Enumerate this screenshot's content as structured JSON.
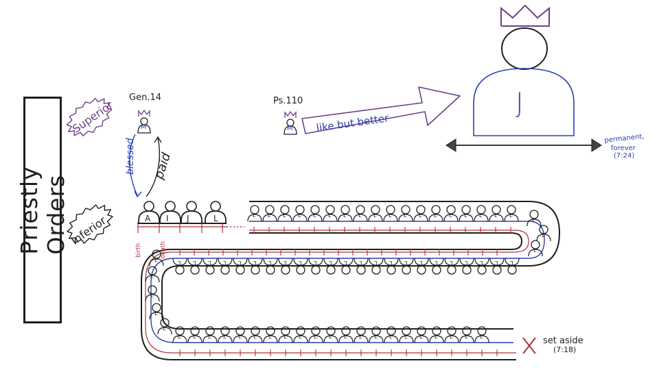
{
  "title": "Priestly Orders",
  "labels": {
    "superior": "Superior",
    "inferior": "Inferior",
    "gen": "Gen.14",
    "ps": "Ps.110",
    "blessed": "blessed",
    "paid": "paid",
    "like_but_better": "like but better",
    "birth": "birth",
    "death": "death",
    "permanent": "permanent,",
    "forever": "forever",
    "ref_724": "(7:24)",
    "set_aside": "set aside",
    "ref_718": "(7:18)"
  },
  "letters": {
    "melchizedek": "M",
    "king": "J",
    "abraham": "A",
    "isaac": "I",
    "jacob": "J",
    "levi": "L",
    "levite": "L"
  },
  "colors": {
    "ink": "#1e1e1e",
    "blue": "#2b3fae",
    "purple": "#6a3f86",
    "red": "#b0303a",
    "crown": "#6a3f86"
  }
}
